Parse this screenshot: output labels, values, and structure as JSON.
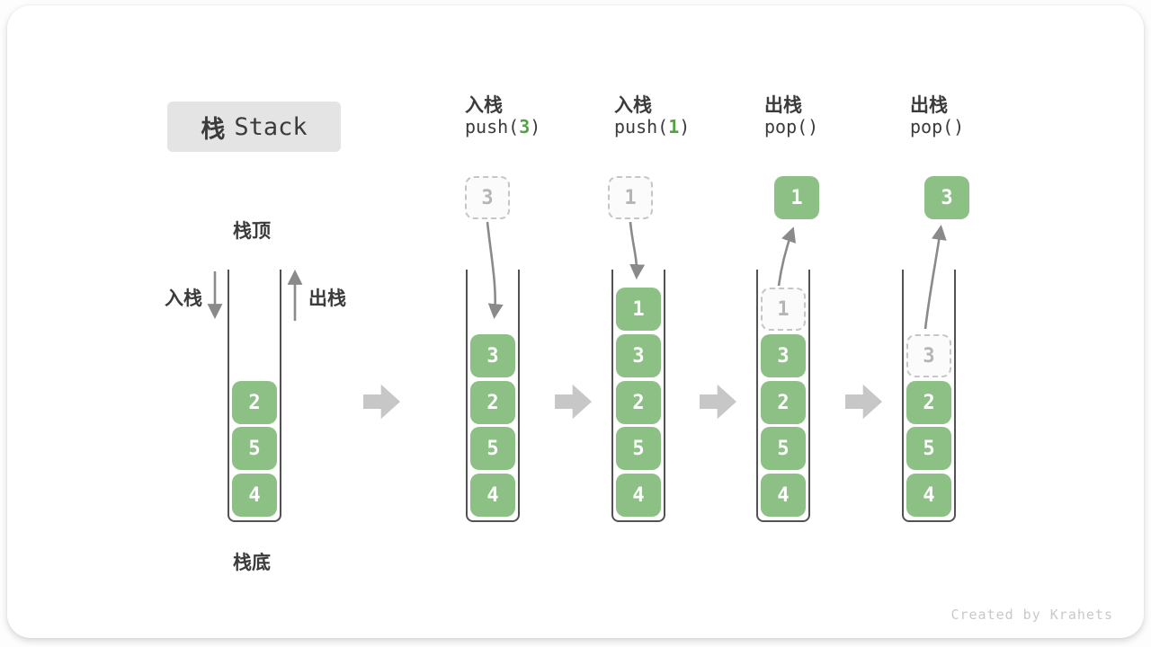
{
  "title": {
    "zh": "栈",
    "en": "Stack"
  },
  "side_labels": {
    "stack_top": "栈顶",
    "stack_bottom": "栈底",
    "push": "入栈",
    "pop": "出栈"
  },
  "watermark": "Created by Krahets",
  "colors": {
    "item_green": "#8cc085",
    "code_arg_green": "#53a345",
    "dashed_border": "#c6c6c6",
    "dashed_text": "#b5b5b5",
    "text_dark": "#3b3b3b",
    "thin_arrow_gray": "#8a8a8a",
    "step_arrow_gray": "#c7c7c7",
    "title_bg": "#e4e4e4",
    "watermark_gray": "#c9c9c9"
  },
  "columns": [
    {
      "header": null,
      "float": null,
      "stack": [
        {
          "v": "2"
        },
        {
          "v": "5"
        },
        {
          "v": "4"
        }
      ]
    },
    {
      "header": {
        "label": "入栈",
        "code_pre": "push(",
        "code_arg": "3",
        "code_post": ")"
      },
      "float": {
        "value": "3",
        "variant": "dashed"
      },
      "stack": [
        {
          "v": "3"
        },
        {
          "v": "2"
        },
        {
          "v": "5"
        },
        {
          "v": "4"
        }
      ]
    },
    {
      "header": {
        "label": "入栈",
        "code_pre": "push(",
        "code_arg": "1",
        "code_post": ")"
      },
      "float": {
        "value": "1",
        "variant": "dashed"
      },
      "stack": [
        {
          "v": "1"
        },
        {
          "v": "3"
        },
        {
          "v": "2"
        },
        {
          "v": "5"
        },
        {
          "v": "4"
        }
      ]
    },
    {
      "header": {
        "label": "出栈",
        "code_pre": "pop(",
        "code_arg": "",
        "code_post": ")"
      },
      "float": {
        "value": "1",
        "variant": "solid"
      },
      "stack": [
        {
          "v": "1",
          "dashed": true
        },
        {
          "v": "3"
        },
        {
          "v": "2"
        },
        {
          "v": "5"
        },
        {
          "v": "4"
        }
      ]
    },
    {
      "header": {
        "label": "出栈",
        "code_pre": "pop(",
        "code_arg": "",
        "code_post": ")"
      },
      "float": {
        "value": "3",
        "variant": "solid"
      },
      "stack": [
        {
          "v": "3",
          "dashed": true
        },
        {
          "v": "2"
        },
        {
          "v": "5"
        },
        {
          "v": "4"
        }
      ]
    }
  ]
}
